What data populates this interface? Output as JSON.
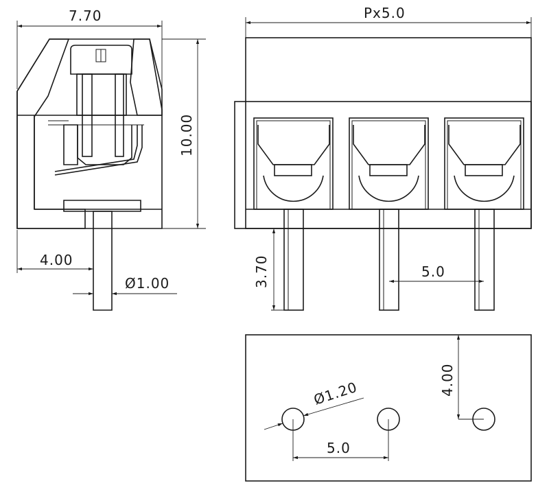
{
  "side_view": {
    "width_label": "7.70",
    "height_label": "10.00",
    "pin_offset_label": "4.00",
    "pin_diameter_label": "Ø1.00"
  },
  "front_view": {
    "pitch_label": "Px5.0",
    "pin_length_label": "3.70",
    "pin_spacing_label": "5.0"
  },
  "pcb_layout": {
    "hole_diameter_label": "Ø1.20",
    "hole_spacing_label": "5.0",
    "row_offset_label": "4.00"
  }
}
